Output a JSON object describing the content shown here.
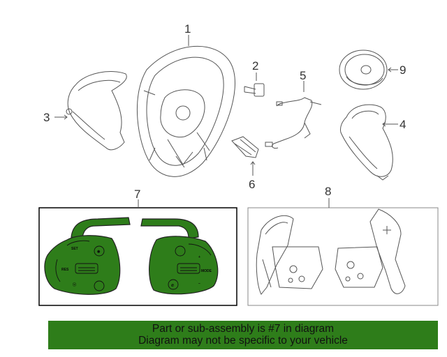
{
  "colors": {
    "highlight": "#2e7d1a",
    "banner": "#2e7d1a",
    "line": "#555555"
  },
  "callouts": {
    "c1": "1",
    "c2": "2",
    "c3": "3",
    "c4": "4",
    "c5": "5",
    "c6": "6",
    "c7": "7",
    "c8": "8",
    "c9": "9"
  },
  "buttons_left": {
    "set": "SET",
    "res": "RES",
    "voice": "ⓥ",
    "nav": "◉"
  },
  "buttons_right": {
    "mode": "MODE",
    "up": "+",
    "down": "–",
    "phone": "✆"
  },
  "banner": {
    "line1": "Part or sub-assembly is #7 in diagram",
    "line2": "Diagram may not be specific to your vehicle"
  }
}
